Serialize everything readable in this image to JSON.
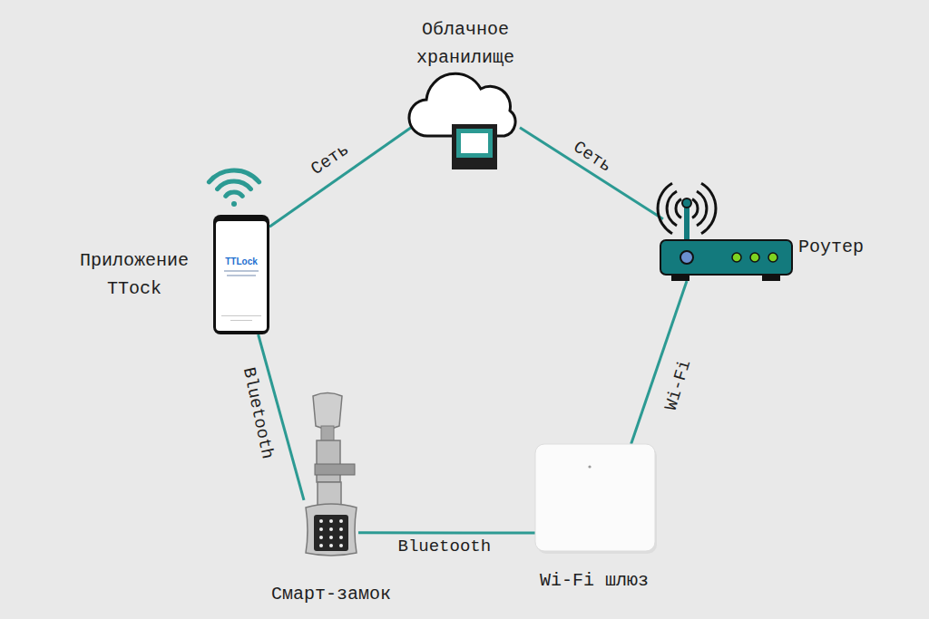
{
  "diagram": {
    "nodes": [
      {
        "text": [
          "Облачное хранилище"
        ]
      },
      {
        "text": [
          "Приложение TTock",
          "TTLock"
        ]
      },
      {
        "text": [
          "Роутер"
        ]
      },
      {
        "text": [
          "Смарт-замок"
        ]
      },
      {
        "text": [
          "Wi-Fi шлюз"
        ]
      }
    ],
    "edges": [
      {
        "from": 1,
        "to": 0,
        "arrow": "none",
        "label": "Сеть"
      },
      {
        "from": 0,
        "to": 2,
        "arrow": "none",
        "label": "Сеть"
      },
      {
        "from": 2,
        "to": 4,
        "arrow": "none",
        "label": "Wi-Fi"
      },
      {
        "from": 4,
        "to": 3,
        "arrow": "none",
        "label": "Bluetooth"
      },
      {
        "from": 3,
        "to": 1,
        "arrow": "none",
        "label": "Bluetooth"
      }
    ]
  }
}
